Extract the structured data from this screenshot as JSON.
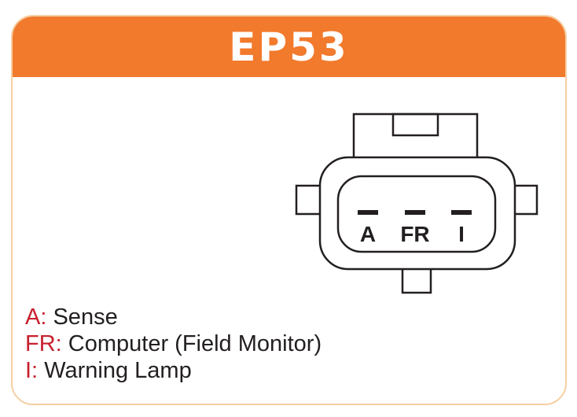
{
  "title": "EP53",
  "connector": {
    "pins": [
      "A",
      "FR",
      "I"
    ]
  },
  "legend": [
    {
      "key": "A:",
      "desc": "Sense"
    },
    {
      "key": "FR:",
      "desc": "Computer (Field Monitor)"
    },
    {
      "key": "I:",
      "desc": "Warning Lamp"
    }
  ],
  "colors": {
    "header": "#f27a2d",
    "border": "#f6cfa3",
    "key": "#c8202f",
    "text": "#231f20"
  }
}
